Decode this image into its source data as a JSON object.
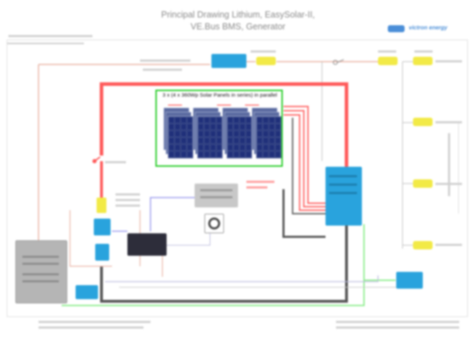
{
  "title": {
    "line1": "Principal Drawing Lithium, EasySolar-II,",
    "line2": "VE.Bus BMS, Generator"
  },
  "brand": {
    "name": "victron energy",
    "color": "#4a8ed8"
  },
  "solar_array": {
    "caption": "3 x (4 x 360Wp Solar Panels in series) in parallel",
    "highlight_color": "#22cc22",
    "panel_groups": 3,
    "panels_per_group": 4
  },
  "colors": {
    "positive_cable": "#ff5a5a",
    "negative_cable": "#555555",
    "ac_cable": "#e8a0a0",
    "ground_cable": "#90ee90",
    "data_cable": "#9999ee",
    "device_blue": "#29a3dd",
    "breaker_yellow": "#f2ea46",
    "battery_grey": "#b5b5b5"
  }
}
